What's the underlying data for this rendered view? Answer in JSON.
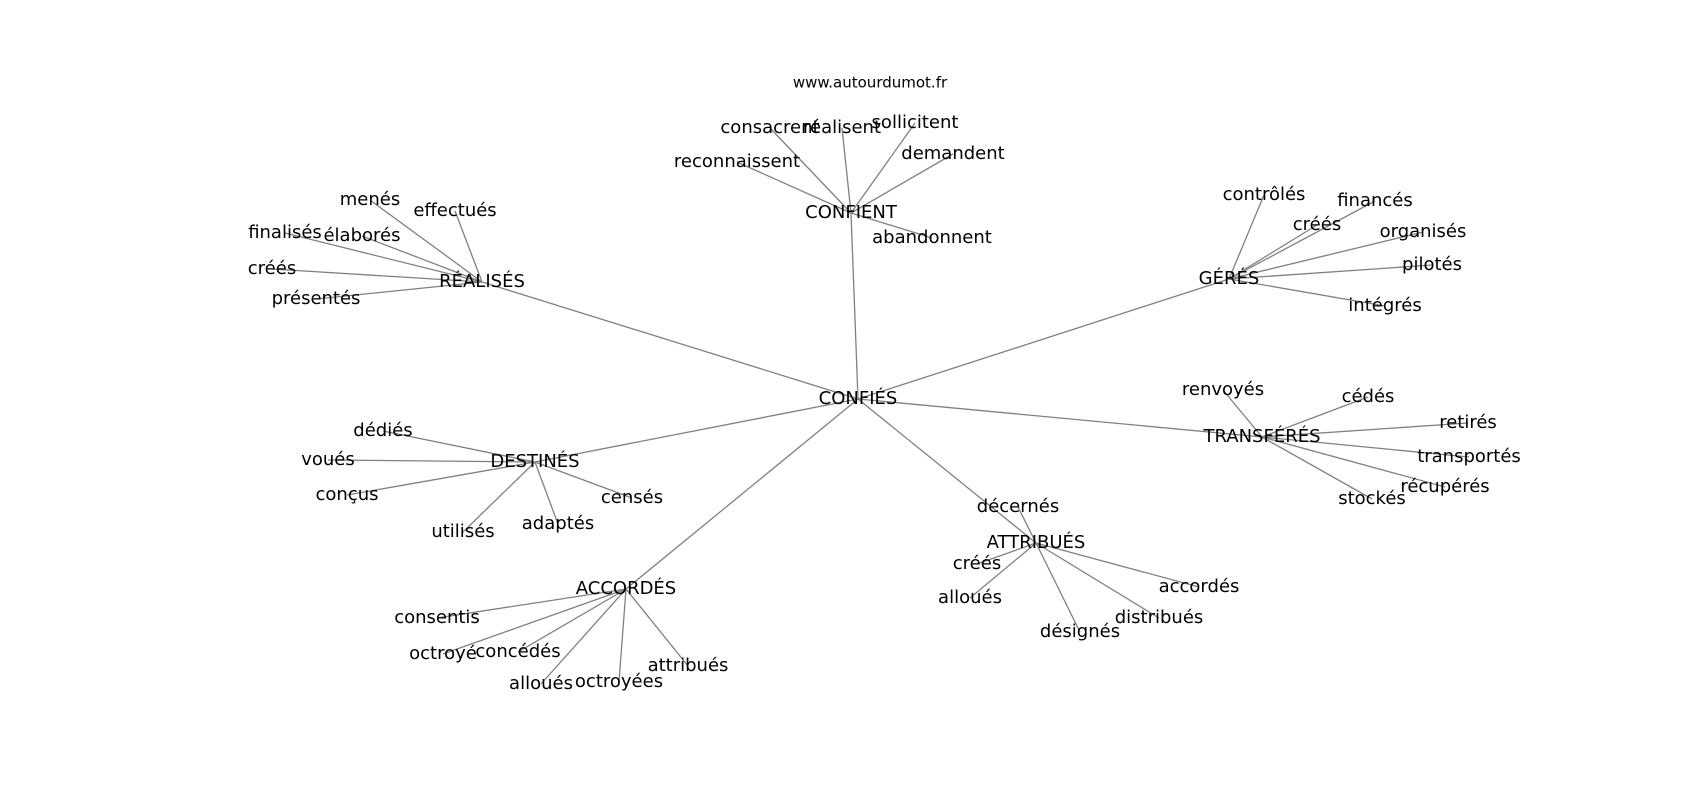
{
  "watermark": "www.autourdumot.fr",
  "graph": {
    "root": "confies",
    "nodes": [
      {
        "id": "confies",
        "label": "CONFIÉS"
      },
      {
        "id": "confient",
        "label": "CONFIENT"
      },
      {
        "id": "realises",
        "label": "RÉALISÉS"
      },
      {
        "id": "geres",
        "label": "GÉRÉS"
      },
      {
        "id": "transferes",
        "label": "TRANSFÉRÉS"
      },
      {
        "id": "destines",
        "label": "DESTINÉS"
      },
      {
        "id": "accordes_hub",
        "label": "ACCORDÉS"
      },
      {
        "id": "attribues_hub",
        "label": "ATTRIBUÉS"
      },
      {
        "id": "consacrent",
        "label": "consacrent"
      },
      {
        "id": "realisent",
        "label": "réalisent"
      },
      {
        "id": "sollicitent",
        "label": "sollicitent"
      },
      {
        "id": "demandent",
        "label": "demandent"
      },
      {
        "id": "reconnaissent",
        "label": "reconnaissent"
      },
      {
        "id": "abandonnent",
        "label": "abandonnent"
      },
      {
        "id": "menes",
        "label": "menés"
      },
      {
        "id": "effectues",
        "label": "effectués"
      },
      {
        "id": "finalises",
        "label": "finalisés"
      },
      {
        "id": "elabores",
        "label": "élaborés"
      },
      {
        "id": "crees_r",
        "label": "créés"
      },
      {
        "id": "presentes",
        "label": "présentés"
      },
      {
        "id": "controles",
        "label": "contrôlés"
      },
      {
        "id": "finances",
        "label": "financés"
      },
      {
        "id": "crees_g",
        "label": "créés"
      },
      {
        "id": "organises",
        "label": "organisés"
      },
      {
        "id": "pilotes",
        "label": "pilotés"
      },
      {
        "id": "integres",
        "label": "intégrés"
      },
      {
        "id": "renvoyes",
        "label": "renvoyés"
      },
      {
        "id": "cedes",
        "label": "cédés"
      },
      {
        "id": "retires",
        "label": "retirés"
      },
      {
        "id": "transportes",
        "label": "transportés"
      },
      {
        "id": "recuperes",
        "label": "récupérés"
      },
      {
        "id": "stockes",
        "label": "stockés"
      },
      {
        "id": "dedies",
        "label": "dédiés"
      },
      {
        "id": "voues",
        "label": "voués"
      },
      {
        "id": "concus",
        "label": "conçus"
      },
      {
        "id": "utilises",
        "label": "utilisés"
      },
      {
        "id": "adaptes",
        "label": "adaptés"
      },
      {
        "id": "censes",
        "label": "censés"
      },
      {
        "id": "consentis",
        "label": "consentis"
      },
      {
        "id": "octroye",
        "label": "octroyé"
      },
      {
        "id": "concedes",
        "label": "concédés"
      },
      {
        "id": "alloues_a",
        "label": "alloués"
      },
      {
        "id": "octroyees",
        "label": "octroyées"
      },
      {
        "id": "attribues_leaf",
        "label": "attribués"
      },
      {
        "id": "decernes",
        "label": "décernés"
      },
      {
        "id": "crees_t",
        "label": "créés"
      },
      {
        "id": "alloues_t",
        "label": "alloués"
      },
      {
        "id": "designes",
        "label": "désignés"
      },
      {
        "id": "distribues",
        "label": "distribués"
      },
      {
        "id": "accordes_leaf",
        "label": "accordés"
      }
    ],
    "edges": [
      [
        "confies",
        "confient"
      ],
      [
        "confies",
        "realises"
      ],
      [
        "confies",
        "geres"
      ],
      [
        "confies",
        "transferes"
      ],
      [
        "confies",
        "destines"
      ],
      [
        "confies",
        "accordes_hub"
      ],
      [
        "confies",
        "attribues_hub"
      ],
      [
        "confient",
        "consacrent"
      ],
      [
        "confient",
        "realisent"
      ],
      [
        "confient",
        "sollicitent"
      ],
      [
        "confient",
        "demandent"
      ],
      [
        "confient",
        "reconnaissent"
      ],
      [
        "confient",
        "abandonnent"
      ],
      [
        "realises",
        "menes"
      ],
      [
        "realises",
        "effectues"
      ],
      [
        "realises",
        "finalises"
      ],
      [
        "realises",
        "elabores"
      ],
      [
        "realises",
        "crees_r"
      ],
      [
        "realises",
        "presentes"
      ],
      [
        "geres",
        "controles"
      ],
      [
        "geres",
        "finances"
      ],
      [
        "geres",
        "crees_g"
      ],
      [
        "geres",
        "organises"
      ],
      [
        "geres",
        "pilotes"
      ],
      [
        "geres",
        "integres"
      ],
      [
        "transferes",
        "renvoyes"
      ],
      [
        "transferes",
        "cedes"
      ],
      [
        "transferes",
        "retires"
      ],
      [
        "transferes",
        "transportes"
      ],
      [
        "transferes",
        "recuperes"
      ],
      [
        "transferes",
        "stockes"
      ],
      [
        "destines",
        "dedies"
      ],
      [
        "destines",
        "voues"
      ],
      [
        "destines",
        "concus"
      ],
      [
        "destines",
        "utilises"
      ],
      [
        "destines",
        "adaptes"
      ],
      [
        "destines",
        "censes"
      ],
      [
        "accordes_hub",
        "consentis"
      ],
      [
        "accordes_hub",
        "octroye"
      ],
      [
        "accordes_hub",
        "concedes"
      ],
      [
        "accordes_hub",
        "alloues_a"
      ],
      [
        "accordes_hub",
        "octroyees"
      ],
      [
        "accordes_hub",
        "attribues_leaf"
      ],
      [
        "attribues_hub",
        "decernes"
      ],
      [
        "attribues_hub",
        "crees_t"
      ],
      [
        "attribues_hub",
        "alloues_t"
      ],
      [
        "attribues_hub",
        "designes"
      ],
      [
        "attribues_hub",
        "distribues"
      ],
      [
        "attribues_hub",
        "accordes_leaf"
      ]
    ]
  }
}
